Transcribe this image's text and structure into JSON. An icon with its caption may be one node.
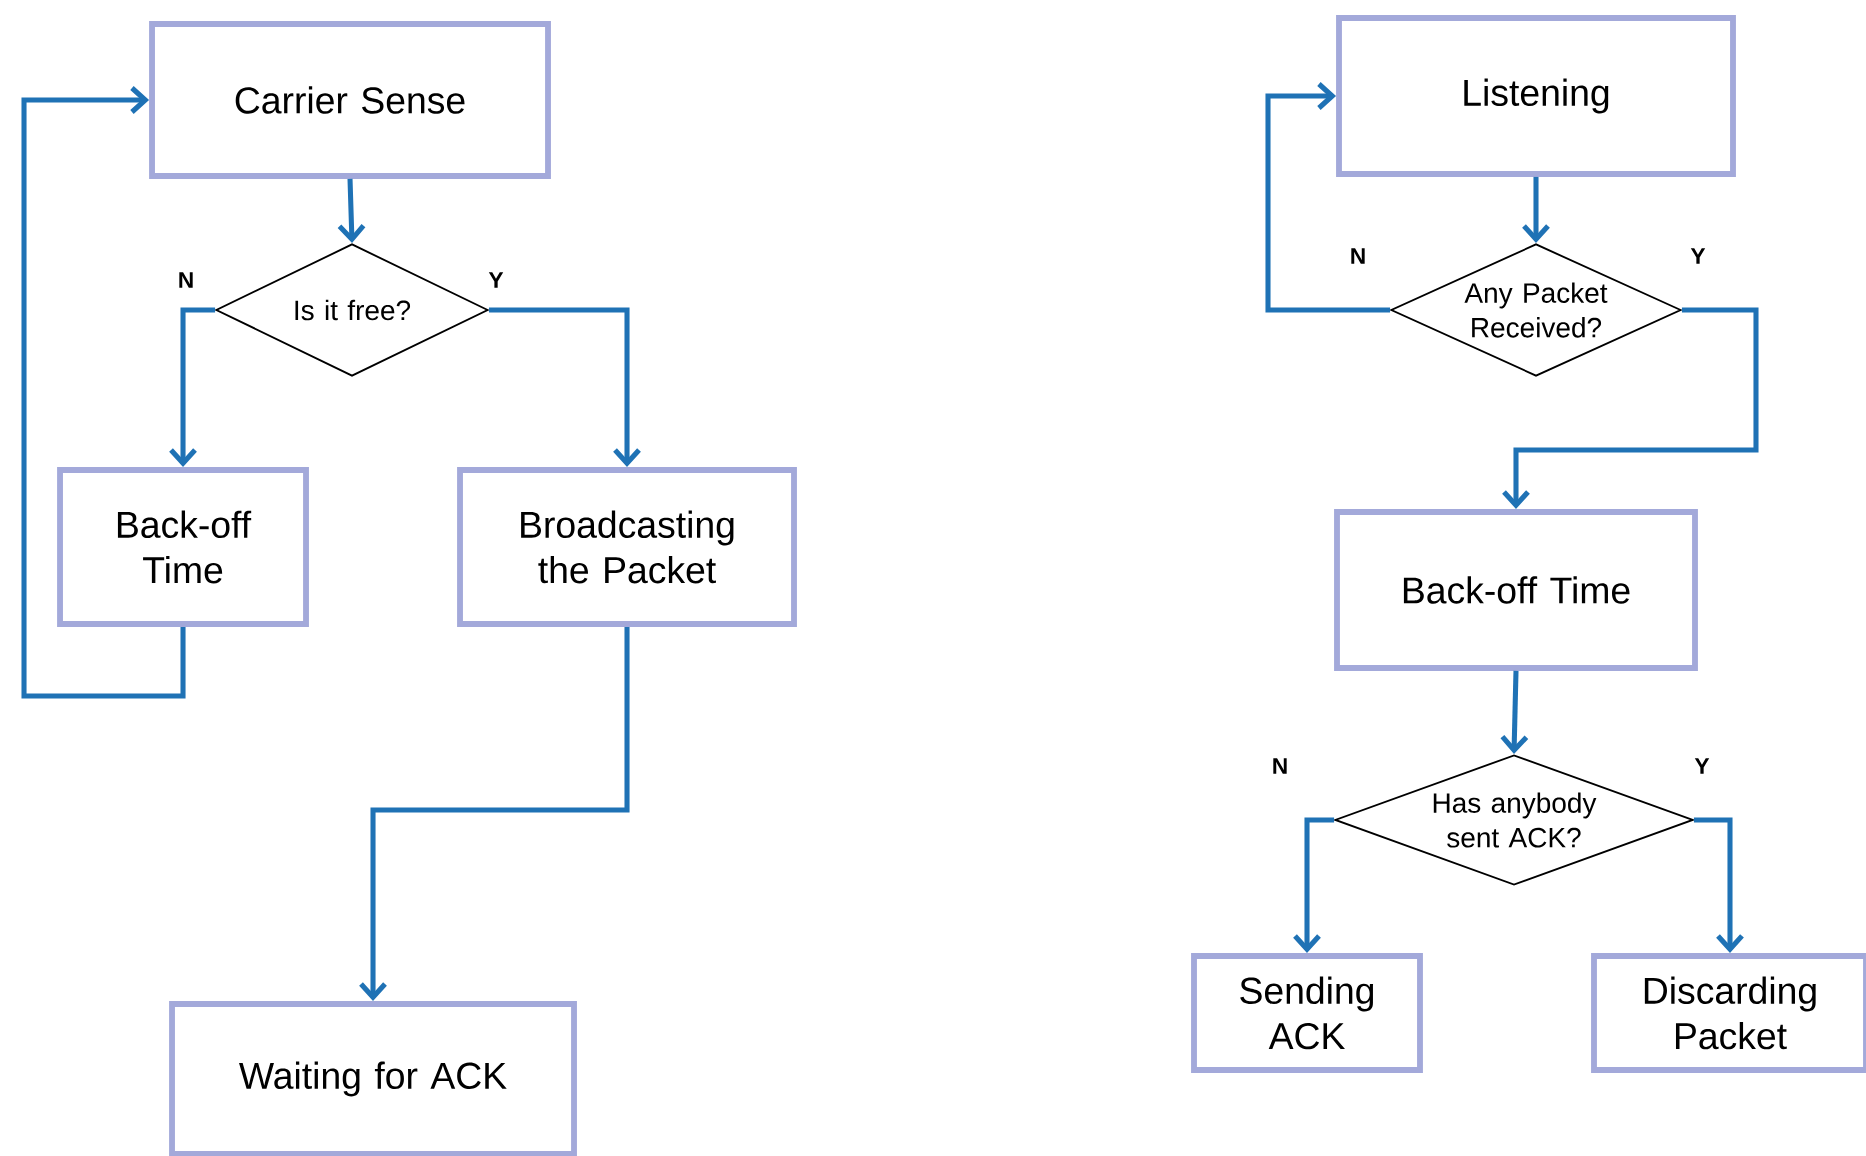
{
  "diagram": {
    "nodes": [
      {
        "text": [
          "Carrier Sense"
        ]
      },
      {
        "text": [
          "Is it free?"
        ]
      },
      {
        "text": [
          "Back-off Time"
        ]
      },
      {
        "text": [
          "Broadcasting the Packet"
        ]
      },
      {
        "text": [
          "Waiting for ACK"
        ]
      },
      {
        "text": [
          "Listening"
        ]
      },
      {
        "text": [
          "Any Packet Received?"
        ]
      },
      {
        "text": [
          "Back-off Time"
        ]
      },
      {
        "text": [
          "Has anybody sent ACK?"
        ]
      },
      {
        "text": [
          "Sending ACK"
        ]
      },
      {
        "text": [
          "Discarding Packet"
        ]
      }
    ],
    "edges": [
      {
        "from": 0,
        "to": 1,
        "arrow": "to"
      },
      {
        "from": 1,
        "to": 2,
        "arrow": "to",
        "label": "N"
      },
      {
        "from": 1,
        "to": 3,
        "arrow": "to",
        "label": "Y"
      },
      {
        "from": 2,
        "to": 0,
        "arrow": "to"
      },
      {
        "from": 3,
        "to": 4,
        "arrow": "to"
      },
      {
        "from": 5,
        "to": 6,
        "arrow": "to"
      },
      {
        "from": 6,
        "to": 5,
        "arrow": "to",
        "label": "N"
      },
      {
        "from": 6,
        "to": 7,
        "arrow": "to",
        "label": "Y"
      },
      {
        "from": 7,
        "to": 8,
        "arrow": "to"
      },
      {
        "from": 8,
        "to": 9,
        "arrow": "to",
        "label": "N"
      },
      {
        "from": 8,
        "to": 10,
        "arrow": "to",
        "label": "Y"
      }
    ]
  }
}
